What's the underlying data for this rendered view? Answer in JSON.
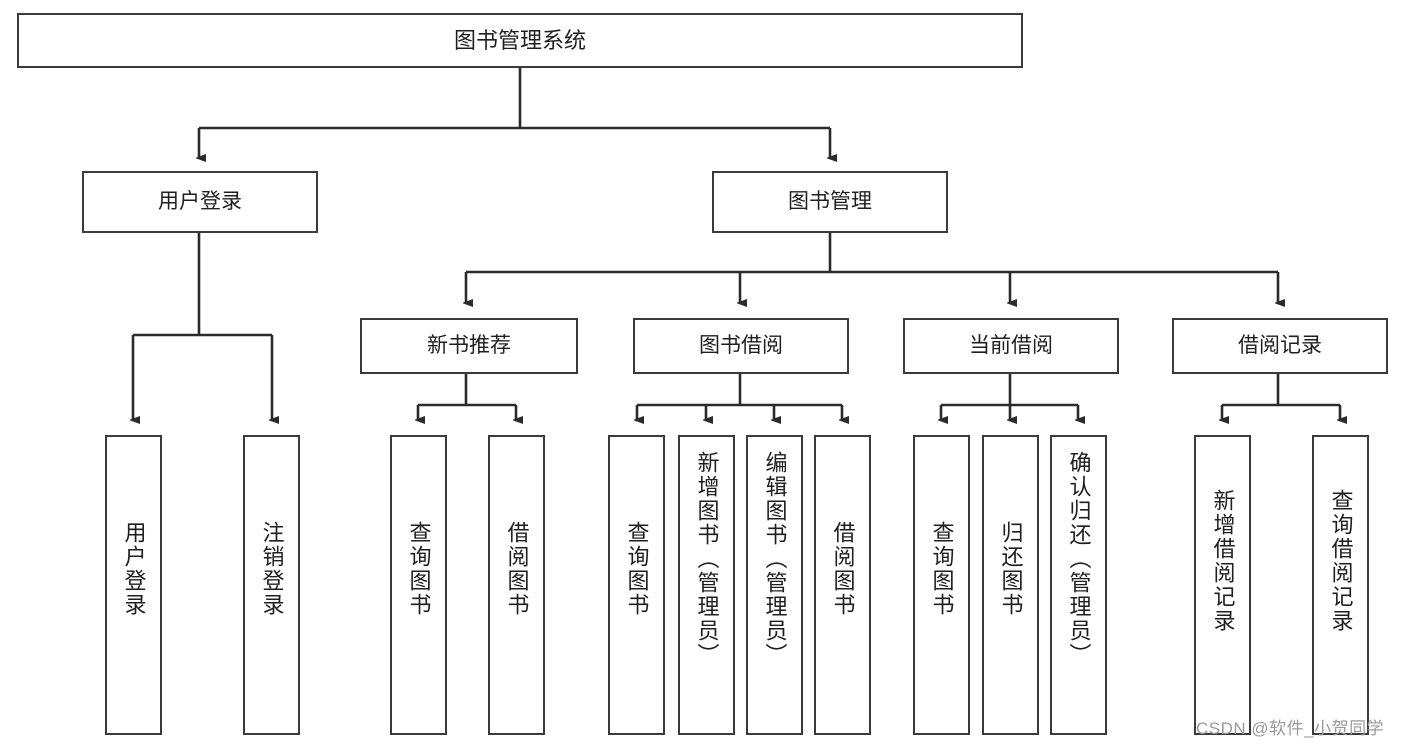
{
  "diagram": {
    "title": "图书管理系统",
    "type": "hierarchy-tree",
    "root": {
      "label": "图书管理系统"
    },
    "level2": [
      {
        "label": "用户登录"
      },
      {
        "label": "图书管理"
      }
    ],
    "level3": [
      {
        "label": "新书推荐"
      },
      {
        "label": "图书借阅"
      },
      {
        "label": "当前借阅"
      },
      {
        "label": "借阅记录"
      }
    ],
    "leaves": {
      "user_login": [
        {
          "label": "用户登录"
        },
        {
          "label": "注销登录"
        }
      ],
      "new_book_recommend": [
        {
          "label": "查询图书"
        },
        {
          "label": "借阅图书"
        }
      ],
      "book_borrow": [
        {
          "label": "查询图书"
        },
        {
          "label": "新增图书（管理员）"
        },
        {
          "label": "编辑图书（管理员）"
        },
        {
          "label": "借阅图书"
        }
      ],
      "current_borrow": [
        {
          "label": "查询图书"
        },
        {
          "label": "归还图书"
        },
        {
          "label": "确认归还（管理员）"
        }
      ],
      "borrow_record": [
        {
          "label": "新增借阅记录"
        },
        {
          "label": "查询借阅记录"
        }
      ]
    }
  },
  "watermark": {
    "text": "CSDN @软件_小贺同学"
  },
  "colors": {
    "border": "#3b3b3b",
    "text": "#1f1f1f",
    "background": "#ffffff",
    "watermark": "#9a9a9a"
  }
}
